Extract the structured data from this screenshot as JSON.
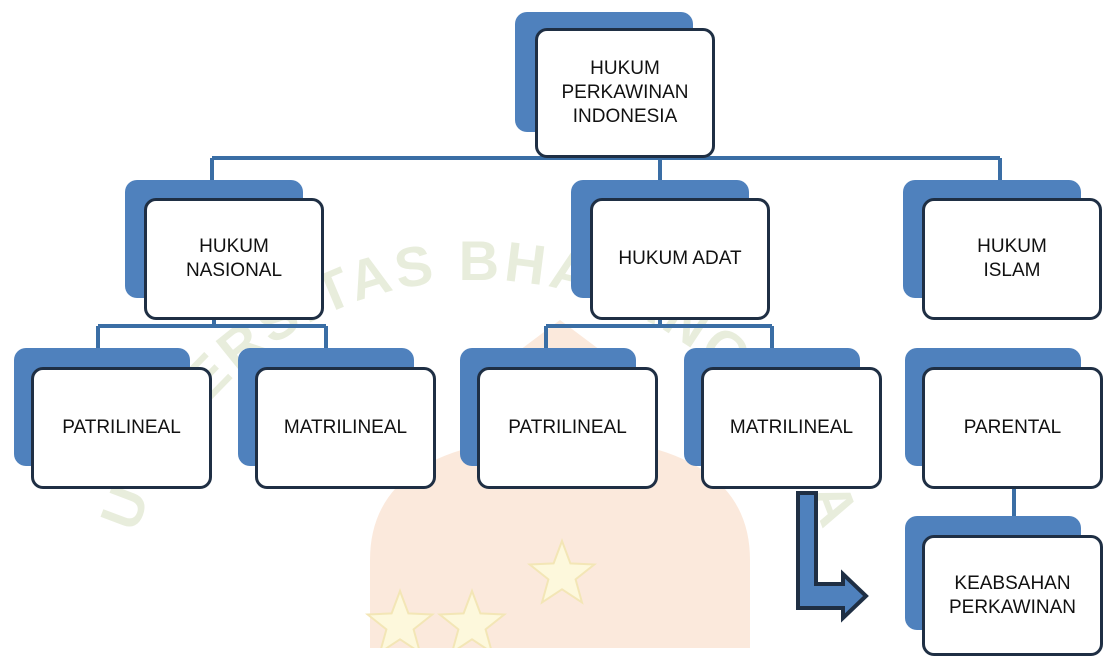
{
  "diagram": {
    "root": {
      "label": "HUKUM\nPERKAWINAN\nINDONESIA"
    },
    "branches": [
      {
        "label": "HUKUM\nNASIONAL",
        "children": [
          "PATRILINEAL",
          "MATRILINEAL"
        ]
      },
      {
        "label": "HUKUM ADAT",
        "children": [
          "PATRILINEAL",
          "MATRILINEAL"
        ]
      },
      {
        "label": "HUKUM\nISLAM",
        "children": [
          "PARENTAL"
        ]
      }
    ],
    "result": {
      "label": "KEABSAHAN\nPERKAWINAN"
    },
    "watermark": {
      "text": "UNIVERSITAS BHAYANGKARA"
    },
    "colors": {
      "box_shadow": "#4f81bd",
      "box_border": "#1f2f44",
      "connector": "#3a6ea5",
      "arrow_fill": "#4f81bd",
      "arrow_border": "#1f2f44",
      "watermark_text": "#e8eddc",
      "watermark_shape": "#fbe9dc",
      "watermark_star": "#fdf8dc"
    }
  }
}
